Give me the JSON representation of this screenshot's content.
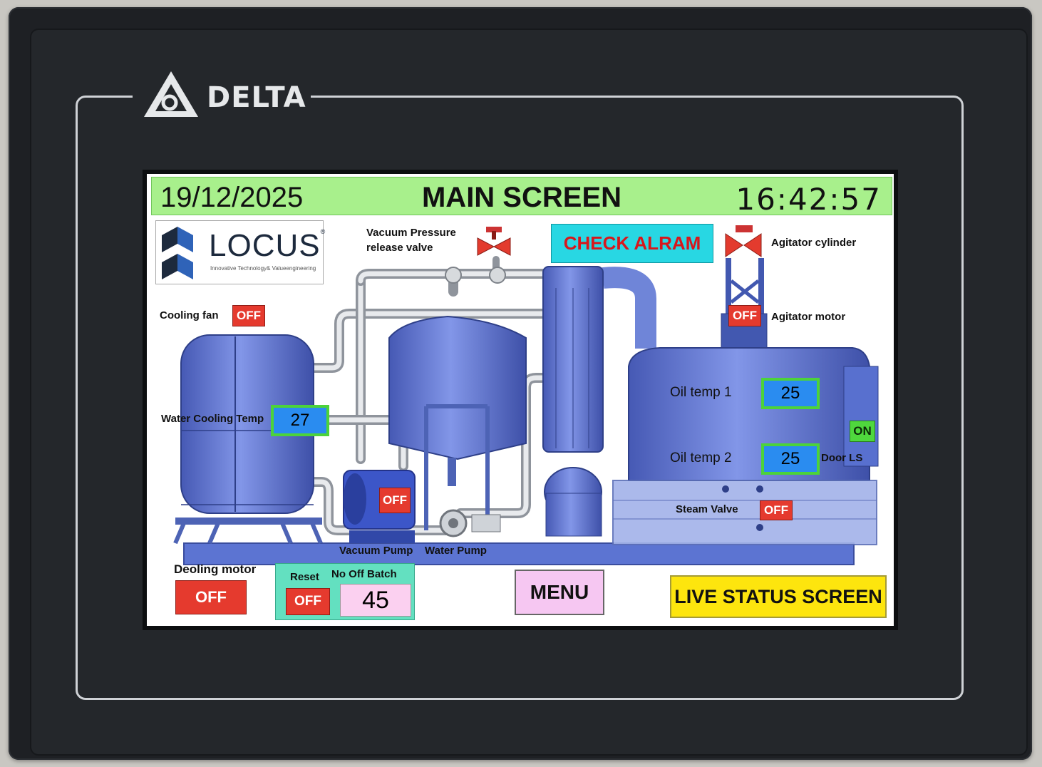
{
  "device": {
    "brand": "DELTA"
  },
  "header": {
    "date": "19/12/2025",
    "title": "MAIN SCREEN",
    "time": "16:42:57"
  },
  "logo": {
    "name": "LOCUS",
    "trademark": "®",
    "tagline": "Innovative Technology& Valueengineering"
  },
  "labels": {
    "vacuum_valve": "Vacuum Pressure",
    "vacuum_valve_2": "release valve",
    "agitator_cylinder": "Agitator cylinder",
    "cooling_fan": "Cooling fan",
    "agitator_motor": "Agitator motor",
    "water_cooling_temp": "Water Cooling Temp",
    "oil_temp_1": "Oil temp 1",
    "oil_temp_2": "Oil temp 2",
    "door_ls": "Door LS",
    "steam_valve": "Steam Valve",
    "vacuum_pump": "Vacuum Pump",
    "water_pump": "Water Pump",
    "deoling_motor": "Deoling motor",
    "reset": "Reset",
    "no_off_batch": "No Off Batch"
  },
  "states": {
    "cooling_fan": "OFF",
    "agitator_motor": "OFF",
    "vacuum_pump": "OFF",
    "door_ls": "ON",
    "steam_valve": "OFF",
    "deoling_motor": "OFF",
    "reset": "OFF"
  },
  "values": {
    "water_cooling_temp": "27",
    "oil_temp_1": "25",
    "oil_temp_2": "25",
    "batch_count": "45"
  },
  "buttons": {
    "check_alarm": "CHECK ALRAM",
    "menu": "MENU",
    "live_status": "LIVE STATUS SCREEN"
  },
  "colors": {
    "header_bg": "#a8f08c",
    "off_state": "#e53a2e",
    "on_state": "#4fd83d",
    "value_box": "#2a8cf0",
    "value_border": "#4cd33a",
    "equipment": "#5c74d2"
  }
}
